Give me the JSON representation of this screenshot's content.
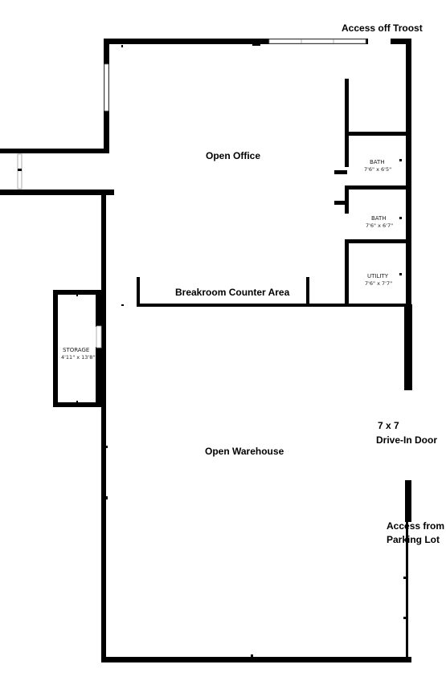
{
  "labels": {
    "access_troost": "Access off Troost",
    "open_office": "Open Office",
    "breakroom": "Breakroom Counter Area",
    "open_warehouse": "Open Warehouse",
    "drive_in_line1": "7 x 7",
    "drive_in_line2": "Drive-In Door",
    "parking_line1": "Access from",
    "parking_line2": "Parking Lot"
  },
  "rooms": {
    "bath1": {
      "name": "BATH",
      "dims": "7'6\" x 6'5\""
    },
    "bath2": {
      "name": "BATH",
      "dims": "7'6\" x 6'7\""
    },
    "utility": {
      "name": "UTILITY",
      "dims": "7'6\" x 7'7\""
    },
    "storage": {
      "name": "STORAGE",
      "dims": "4'11\" x 13'8\""
    }
  },
  "colors": {
    "wall": "#000000",
    "background": "#ffffff"
  }
}
